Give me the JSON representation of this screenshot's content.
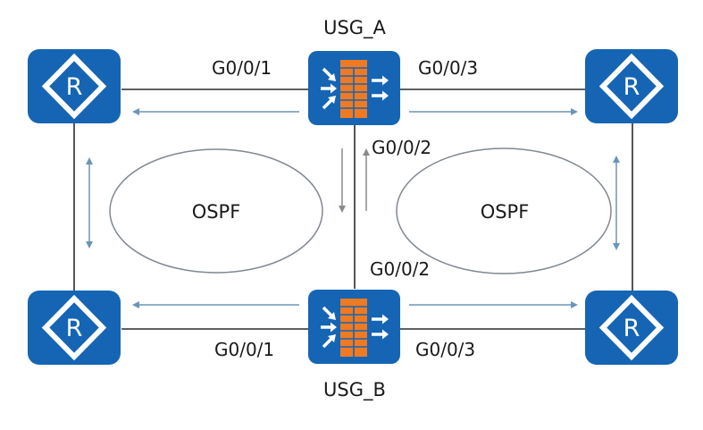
{
  "colors": {
    "device_blue": "#1565b4",
    "brick_orange": "#f07a22",
    "link_line": "#2b2b2b",
    "flow_arrow_blue": "#6a95b8",
    "flow_arrow_gray": "#8a8a8a",
    "ospf_ellipse": "#808890"
  },
  "devices": {
    "usg_a": {
      "label": "USG_A",
      "type": "firewall"
    },
    "usg_b": {
      "label": "USG_B",
      "type": "firewall"
    },
    "router_tl": {
      "label": "R",
      "type": "router"
    },
    "router_tr": {
      "label": "R",
      "type": "router"
    },
    "router_bl": {
      "label": "R",
      "type": "router"
    },
    "router_br": {
      "label": "R",
      "type": "router"
    }
  },
  "interfaces": {
    "usg_a_g1": "G0/0/1",
    "usg_a_g3": "G0/0/3",
    "usg_a_g2": "G0/0/2",
    "usg_b_g2": "G0/0/2",
    "usg_b_g1": "G0/0/1",
    "usg_b_g3": "G0/0/3"
  },
  "areas": {
    "left": "OSPF",
    "right": "OSPF"
  }
}
